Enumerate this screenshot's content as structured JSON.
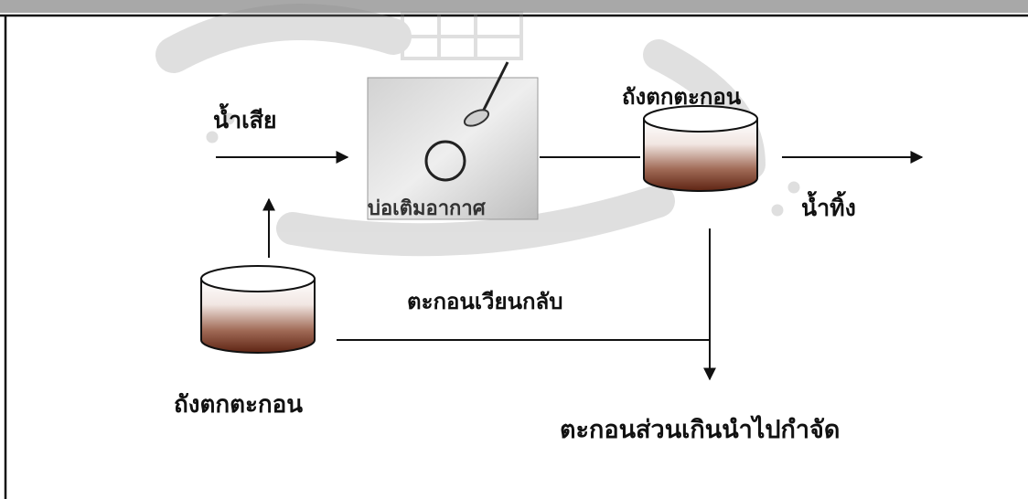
{
  "diagram": {
    "labels": {
      "wastewater": "น้ำเสีย",
      "aeration_tank": "บ่อเติมอากาศ",
      "settling_tank_top": "ถังตกตะกอน",
      "effluent": "น้ำทิ้ง",
      "return_sludge": "ตะกอนเวียนกลับ",
      "settling_tank_bottom": "ถังตกตะกอน",
      "excess_sludge": "ตะกอนส่วนเกินนำไปกำจัด"
    },
    "colors": {
      "line": "#111111",
      "sludge": "#6a2a16",
      "frame_bar": "#a8a8a8",
      "watermark": "#9a9a9a"
    }
  }
}
